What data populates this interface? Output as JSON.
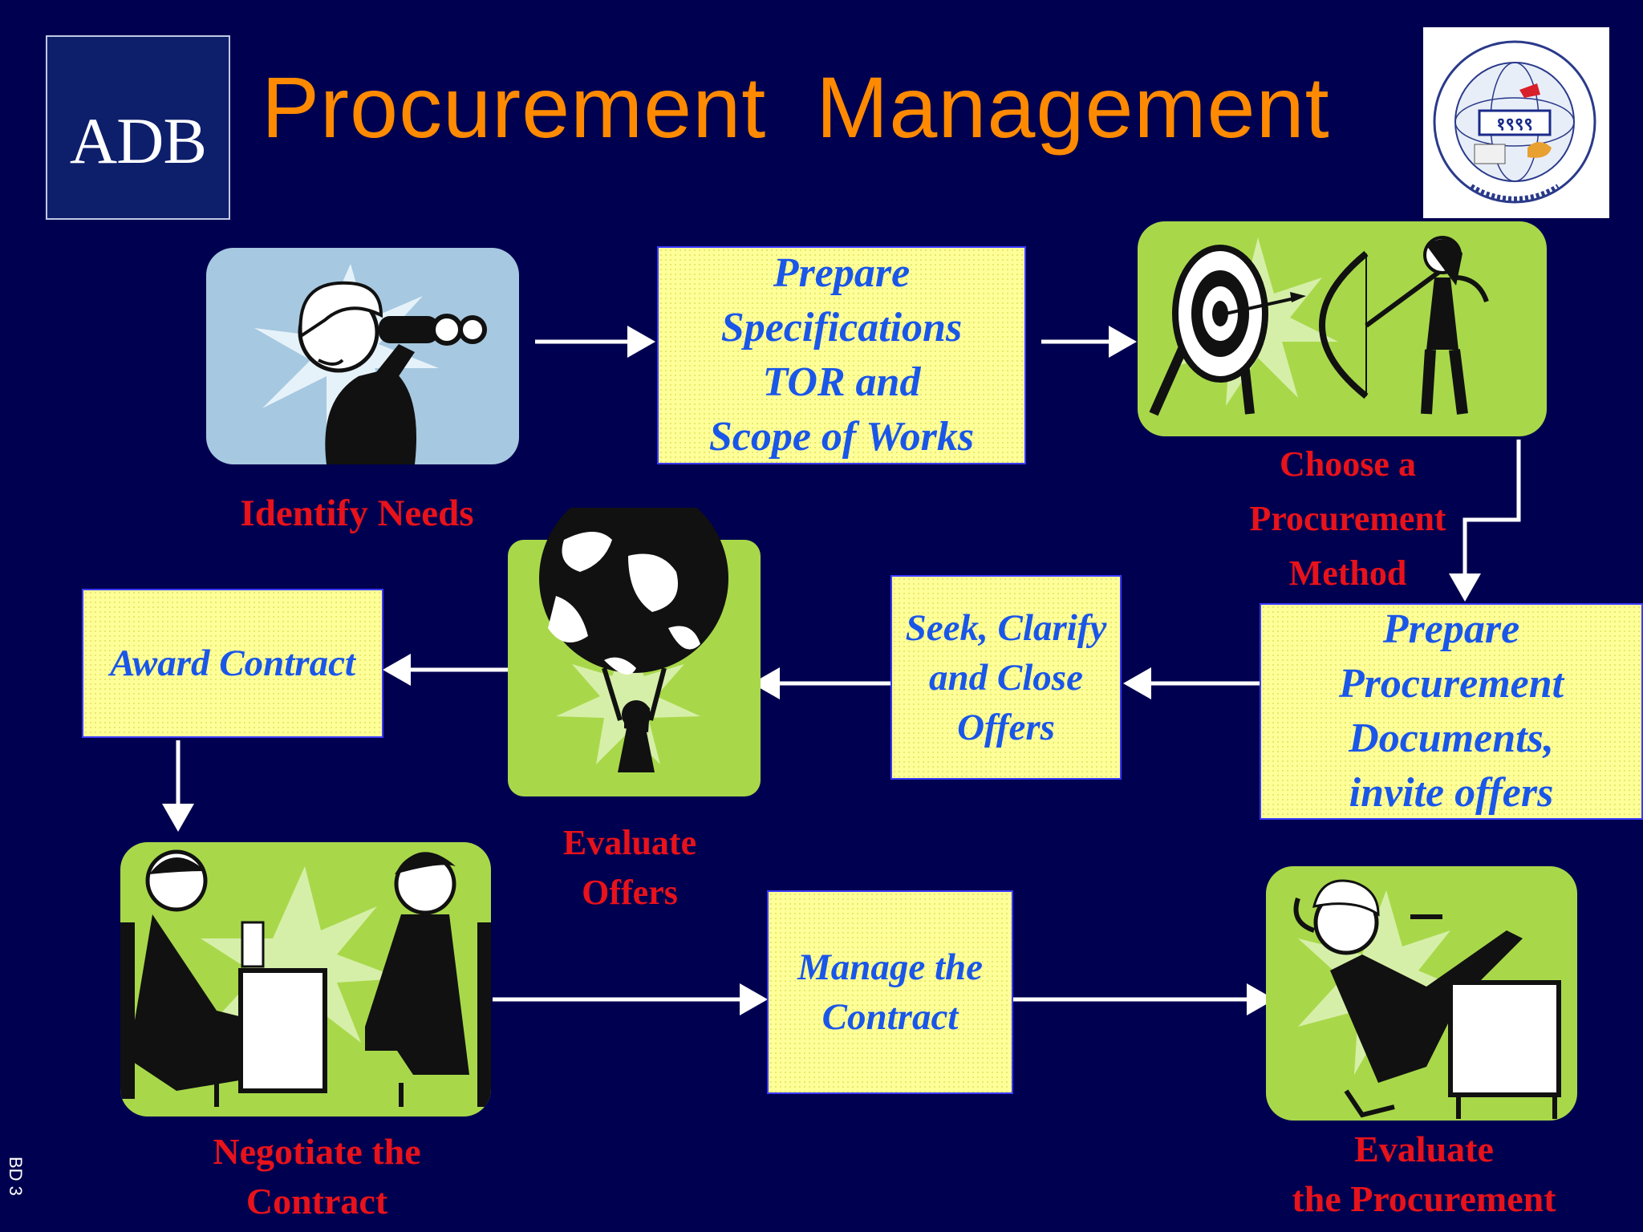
{
  "title": "Procurement  Management",
  "logo_text": "ADB",
  "seal": {
    "numerals": "१९९९"
  },
  "slide_number": "BD 3",
  "steps": {
    "prepare_specs": "Prepare\nSpecifications\nTOR and\nScope of Works",
    "prepare_docs": "Prepare\nProcurement\nDocuments,\ninvite offers",
    "seek_clarify": "Seek, Clarify\nand Close\nOffers",
    "award": "Award Contract",
    "manage": "Manage the\nContract"
  },
  "labels": {
    "identify_needs": "Identify Needs",
    "choose_method": "Choose a\nProcurement\nMethod",
    "evaluate_offers": "Evaluate\nOffers",
    "negotiate": "Negotiate the\nContract",
    "evaluate_procurement": "Evaluate\nthe Procurement"
  },
  "colors": {
    "background": "#000050",
    "title": "#ff8a00",
    "box_fill": "#ffff99",
    "box_text": "#1a56e8",
    "label_text": "#e8121a",
    "picture_green": "#a8d84a",
    "picture_blue": "#a6c8e0"
  }
}
